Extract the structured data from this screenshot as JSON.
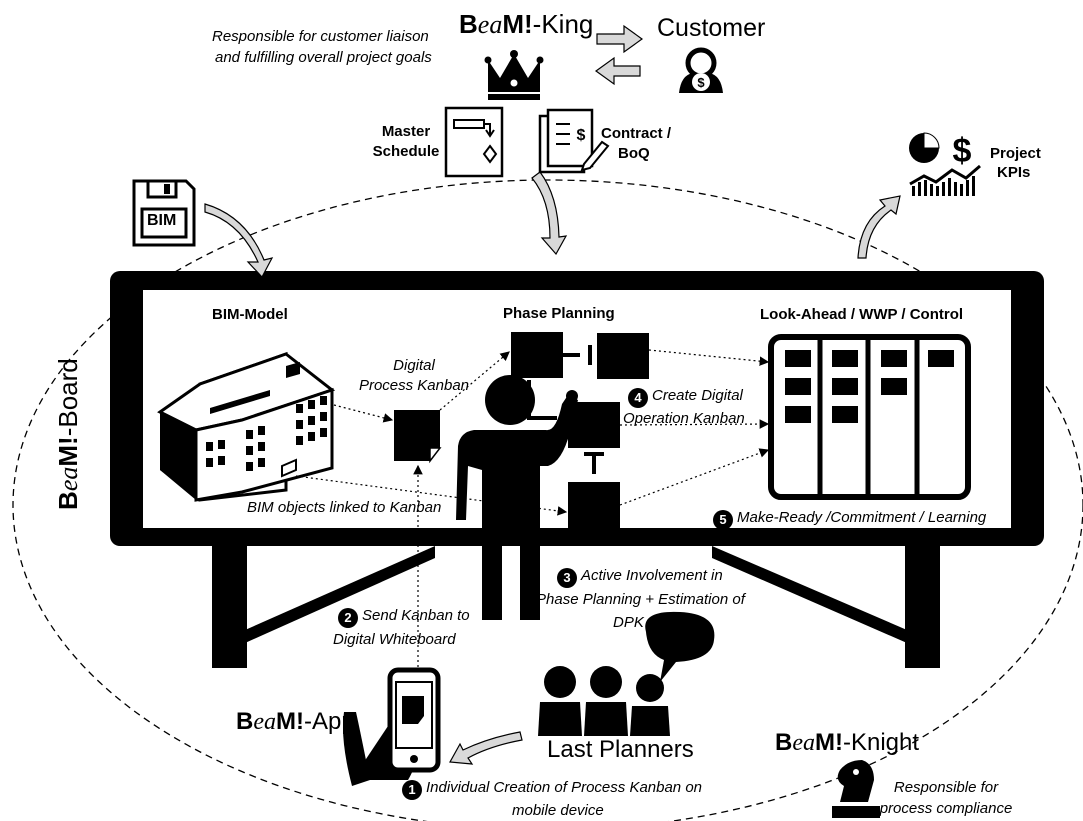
{
  "brand": {
    "b": "B",
    "ea": "ea",
    "m": "M!",
    "sep": "-"
  },
  "king": {
    "suffix": "King",
    "description_line1": "Responsible for customer liaison",
    "description_line2": "and fulfilling overall project goals"
  },
  "customer": {
    "label": "Customer"
  },
  "master_schedule": {
    "line1": "Master",
    "line2": "Schedule"
  },
  "contract": {
    "line1": "Contract /",
    "line2": "BoQ"
  },
  "kpis": {
    "line1": "Project",
    "line2": "KPIs"
  },
  "bim_disk": {
    "label": "BIM"
  },
  "board": {
    "suffix": "Board"
  },
  "bim_model": {
    "title": "BIM-Model"
  },
  "digital_kanban": {
    "line1": "Digital",
    "line2": "Process Kanban"
  },
  "phase_planning": {
    "title": "Phase Planning"
  },
  "lookahead": {
    "title": "Look-Ahead / WWP / Control"
  },
  "step4": {
    "num": "4",
    "line1": "Create Digital",
    "line2": "Operation Kanban"
  },
  "bim_linked": {
    "label": "BIM objects linked to Kanban"
  },
  "step5": {
    "num": "5",
    "label": "Make-Ready /Commitment / Learning"
  },
  "step3": {
    "num": "3",
    "line1": "Active Involvement in",
    "line2": "Phase Planning + Estimation of",
    "line3": "DPK costs"
  },
  "step2": {
    "num": "2",
    "line1": "Send Kanban to",
    "line2": "Digital Whiteboard"
  },
  "app": {
    "suffix": "App"
  },
  "last_planners": {
    "label": "Last Planners"
  },
  "step1": {
    "num": "1",
    "line1": "Individual Creation of Process Kanban on",
    "line2": "mobile device"
  },
  "knight": {
    "suffix": "Knight",
    "description_line1": "Responsible for",
    "description_line2": "process compliance"
  },
  "colors": {
    "ink": "#000000",
    "paper": "#ffffff",
    "arrow_fill": "#d9d9d9"
  }
}
